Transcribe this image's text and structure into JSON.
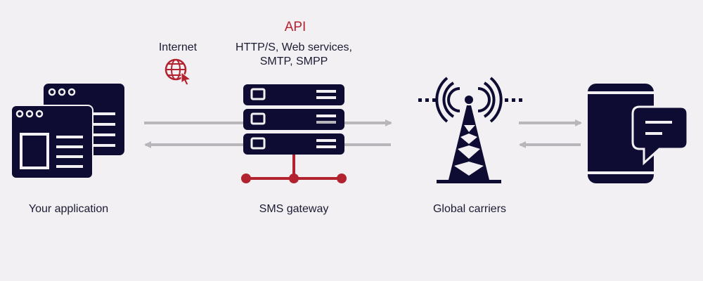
{
  "api": {
    "title": "API",
    "protocols_line1": "HTTP/S, Web services,",
    "protocols_line2": "SMTP, SMPP"
  },
  "internet": {
    "label": "Internet",
    "icon": "globe-cursor-icon"
  },
  "nodes": {
    "application": {
      "label": "Your application",
      "icon": "browser-windows-icon"
    },
    "gateway": {
      "label": "SMS gateway",
      "icon": "server-rack-icon"
    },
    "carriers": {
      "label": "Global carriers",
      "icon": "cell-tower-icon"
    },
    "phone": {
      "icon": "phone-message-icon"
    }
  },
  "colors": {
    "background": "#f2f0f2",
    "navy": "#0f0c33",
    "accent_red": "#b3232f",
    "arrow_gray": "#b8b6ba",
    "text": "#1b1b33"
  }
}
